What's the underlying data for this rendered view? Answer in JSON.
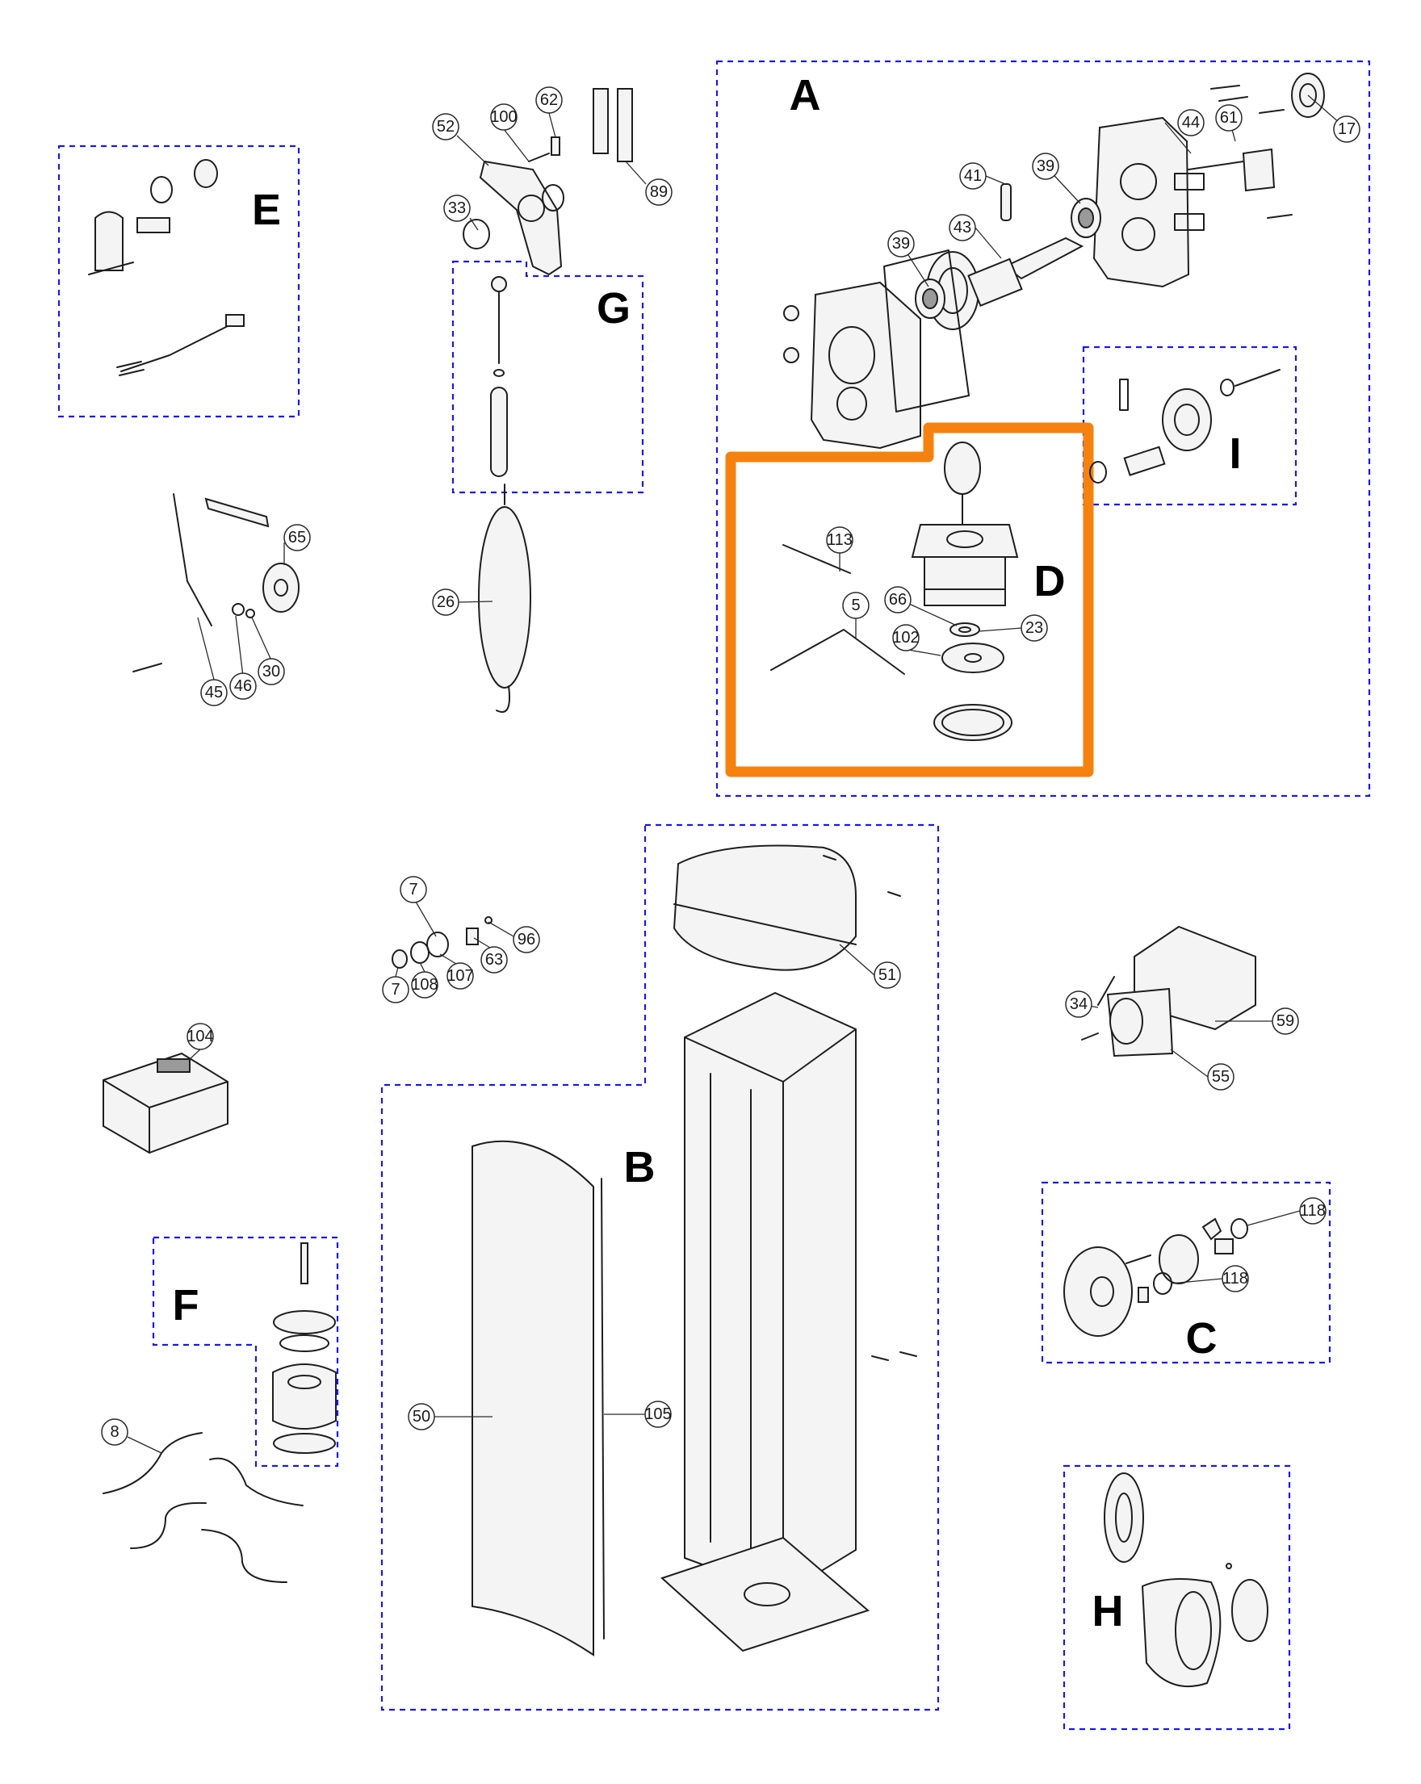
{
  "colors": {
    "group_box": "#1a1ae6",
    "highlight": "#f5820f",
    "line": "#1e1e1e"
  },
  "group_labels": {
    "A": "A",
    "B": "B",
    "C": "C",
    "D": "D",
    "E": "E",
    "F": "F",
    "G": "G",
    "H": "H",
    "I": "I"
  },
  "callouts": {
    "c17": "17",
    "c44": "44",
    "c61": "61",
    "c41": "41",
    "c39a": "39",
    "c39b": "39",
    "c43": "43",
    "c113": "113",
    "c66": "66",
    "c5": "5",
    "c23": "23",
    "c102": "102",
    "c52": "52",
    "c100": "100",
    "c62": "62",
    "c89": "89",
    "c33": "33",
    "c26": "26",
    "c65": "65",
    "c45": "45",
    "c46": "46",
    "c30": "30",
    "c7a": "7",
    "c96": "96",
    "c63": "63",
    "c107": "107",
    "c108": "108",
    "c7b": "7",
    "c51": "51",
    "c104": "104",
    "c34": "34",
    "c59": "59",
    "c55": "55",
    "c118a": "118",
    "c118b": "118",
    "c8": "8",
    "c50": "50",
    "c105": "105"
  }
}
